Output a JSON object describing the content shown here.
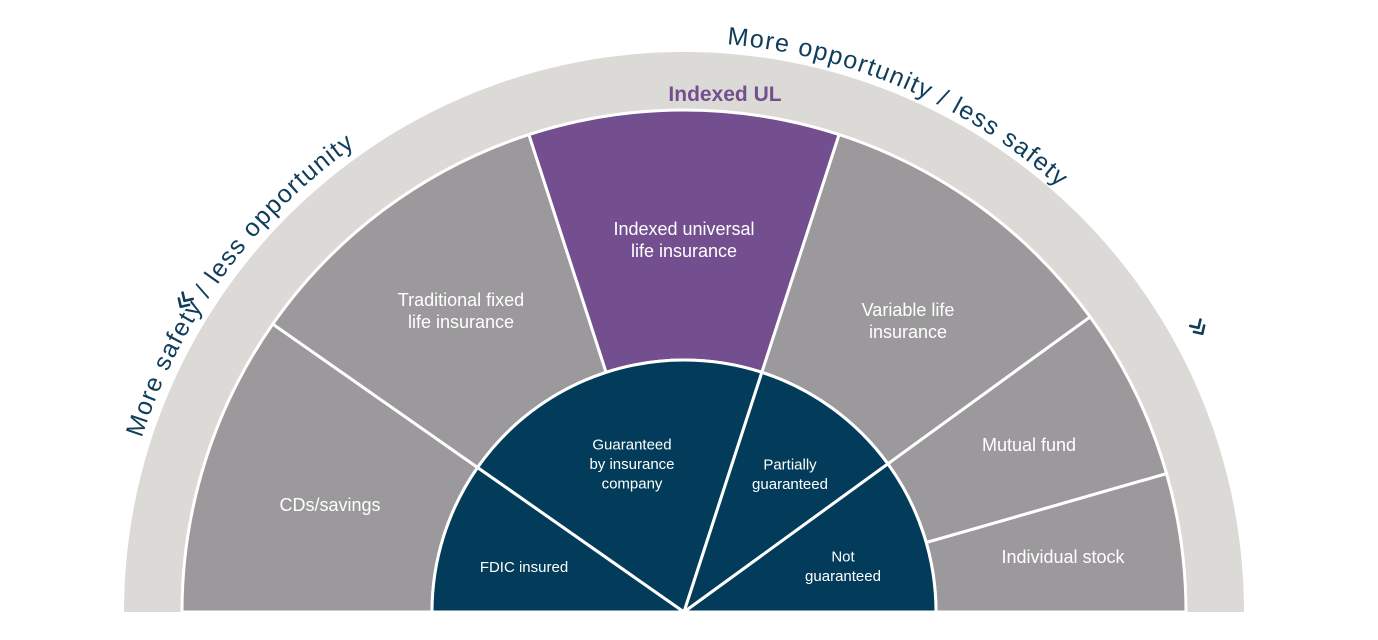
{
  "colors": {
    "outer_segment": "#9b999b",
    "highlight_segment": "#744f8f",
    "inner_segment": "#023c5a",
    "band": "#dcdad6",
    "arc_text": "#0f3d5a"
  },
  "band": {
    "highlight_label": "Indexed UL",
    "left_label": "More safety / less opportunity",
    "right_label": "More opportunity / less safety",
    "left_arrow_icon": "double-chevron-left-icon",
    "right_arrow_icon": "double-chevron-right-icon"
  },
  "outer_segments": [
    {
      "id": "cds-savings",
      "lines": [
        "CDs/savings"
      ]
    },
    {
      "id": "traditional-fixed",
      "lines": [
        "Traditional fixed",
        "life insurance"
      ]
    },
    {
      "id": "indexed-universal",
      "lines": [
        "Indexed universal",
        "life insurance"
      ],
      "highlight": true
    },
    {
      "id": "variable-life",
      "lines": [
        "Variable life",
        "insurance"
      ]
    },
    {
      "id": "mutual-fund",
      "lines": [
        "Mutual fund"
      ]
    },
    {
      "id": "individual-stock",
      "lines": [
        "Individual stock"
      ]
    }
  ],
  "inner_segments": [
    {
      "id": "fdic-insured",
      "lines": [
        "FDIC insured"
      ]
    },
    {
      "id": "guaranteed-insurance",
      "lines": [
        "Guaranteed",
        "by insurance",
        "company"
      ]
    },
    {
      "id": "partially-guaranteed",
      "lines": [
        "Partially",
        "guaranteed"
      ]
    },
    {
      "id": "not-guaranteed",
      "lines": [
        "Not",
        "guaranteed"
      ]
    }
  ]
}
